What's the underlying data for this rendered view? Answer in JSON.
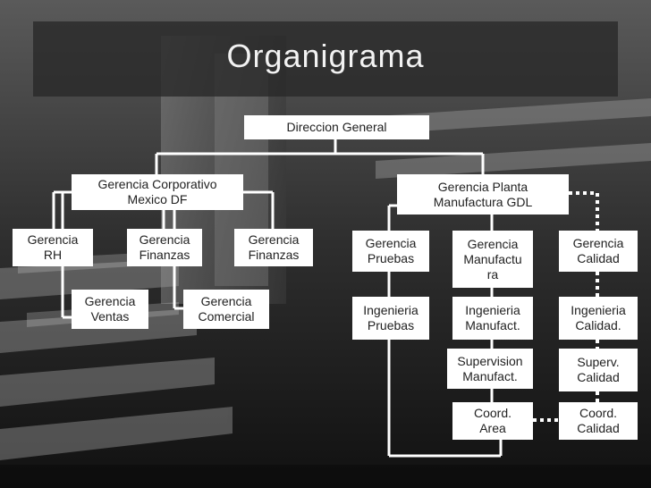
{
  "title": "Organigrama",
  "nodes": {
    "direccion_general": "Direccion General",
    "gerencia_corporativo": "Gerencia Corporativo\nMexico DF",
    "gerencia_planta": "Gerencia Planta\nManufactura GDL",
    "gerencia_rh": "Gerencia\nRH",
    "gerencia_finanzas_1": "Gerencia\nFinanzas",
    "gerencia_finanzas_2": "Gerencia\nFinanzas",
    "gerencia_ventas": "Gerencia\nVentas",
    "gerencia_comercial": "Gerencia\nComercial",
    "gerencia_pruebas": "Gerencia\nPruebas",
    "gerencia_manufactura": "Gerencia\nManufactu\nra",
    "gerencia_calidad": "Gerencia\nCalidad",
    "ingenieria_pruebas": "Ingenieria\nPruebas",
    "ingenieria_manufact": "Ingenieria\nManufact.",
    "ingenieria_calidad": "Ingenieria\nCalidad.",
    "supervision_manufact": "Supervision\nManufact.",
    "superv_calidad": "Superv.\nCalidad",
    "coord_area": "Coord.\nArea",
    "coord_calidad": "Coord.\nCalidad"
  },
  "colors": {
    "connector": "#ffffff",
    "box_fill": "#ffffff",
    "title_band": "#282828"
  }
}
